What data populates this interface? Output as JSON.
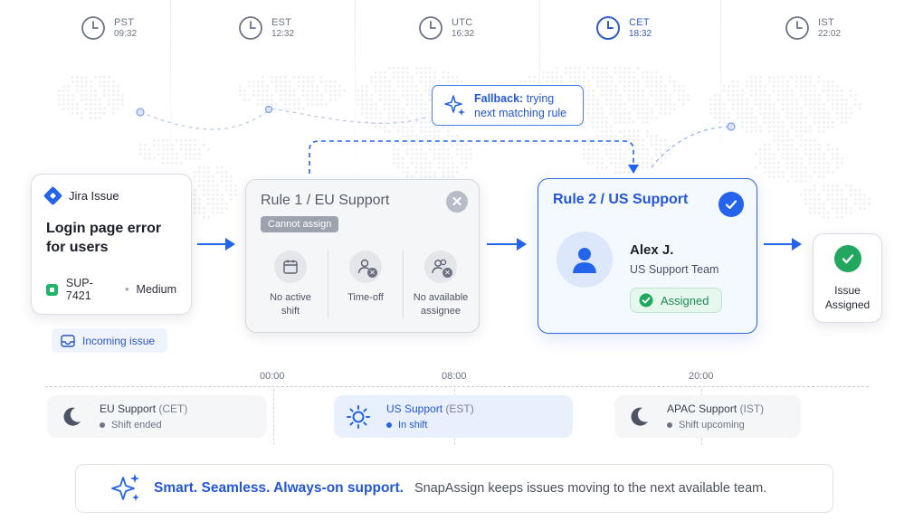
{
  "clocks": [
    {
      "zone": "PST",
      "time": "09:32",
      "active": false
    },
    {
      "zone": "EST",
      "time": "12:32",
      "active": false
    },
    {
      "zone": "UTC",
      "time": "16:32",
      "active": false
    },
    {
      "zone": "CET",
      "time": "18:32",
      "active": true
    },
    {
      "zone": "IST",
      "time": "22:02",
      "active": false
    }
  ],
  "fallback": {
    "label_bold": "Fallback:",
    "label_rest": " trying",
    "label_line2": "next matching rule"
  },
  "jira": {
    "source": "Jira Issue",
    "title_line1": "Login page error",
    "title_line2": "for users",
    "key": "SUP-7421",
    "priority": "Medium"
  },
  "incoming": {
    "label": "Incoming issue"
  },
  "rule1": {
    "title": "Rule 1 / EU Support",
    "badge": "Cannot assign",
    "reasons": [
      {
        "line1": "No active",
        "line2": "shift",
        "icon": "calendar-icon"
      },
      {
        "line1": "Time-off",
        "line2": "",
        "icon": "user-off-icon"
      },
      {
        "line1": "No available",
        "line2": "assignee",
        "icon": "users-off-icon"
      }
    ]
  },
  "rule2": {
    "title": "Rule 2 / US Support",
    "agent_name": "Alex J.",
    "agent_team": "US Support Team",
    "status": "Assigned"
  },
  "final": {
    "line1": "Issue",
    "line2": "Assigned"
  },
  "timeline": {
    "ticks": [
      "00:00",
      "08:00",
      "20:00"
    ],
    "shifts": [
      {
        "name": "EU Support",
        "tz": "(CET)",
        "status": "Shift ended",
        "icon": "moon-icon",
        "active": false
      },
      {
        "name": "US Support",
        "tz": "(EST)",
        "status": "In shift",
        "icon": "sun-icon",
        "active": true
      },
      {
        "name": "APAC Support",
        "tz": "(IST)",
        "status": "Shift upcoming",
        "icon": "moon-icon",
        "active": false
      }
    ]
  },
  "banner": {
    "headline": "Smart. Seamless. Always-on support.",
    "tagline": "SnapAssign keeps issues moving to the next available team."
  },
  "colors": {
    "accent": "#2463eb",
    "success": "#22a75f",
    "muted": "#9ca2ae"
  }
}
